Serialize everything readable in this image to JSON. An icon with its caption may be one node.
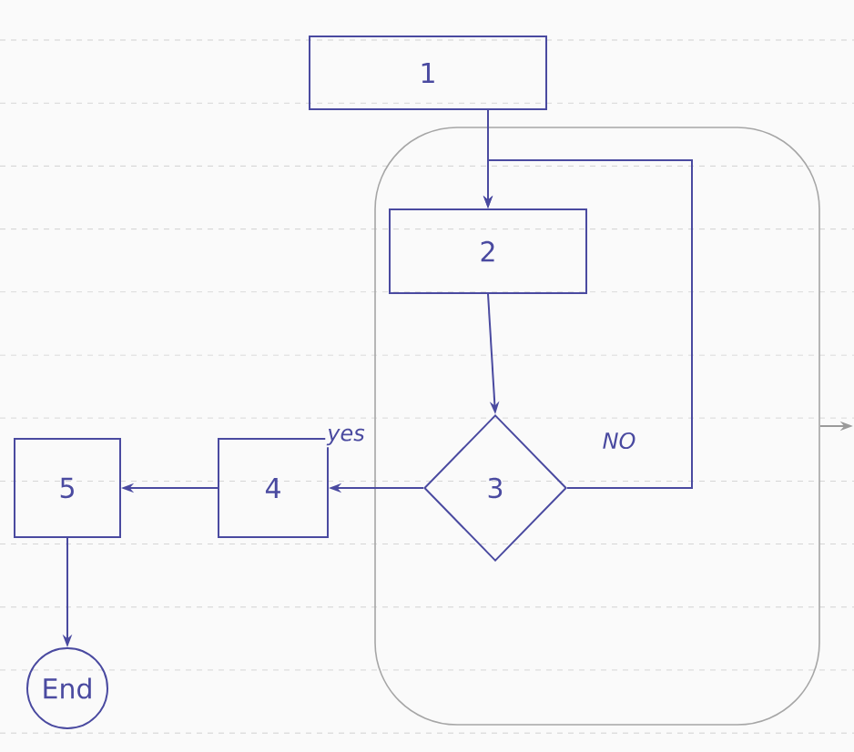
{
  "diagram": {
    "nodes": [
      {
        "text": [
          "1"
        ]
      },
      {
        "text": [],
        "shape": "cloud"
      },
      {
        "text": [
          "2"
        ],
        "in": 1
      },
      {
        "text": [
          "3"
        ],
        "in": 1
      },
      {
        "text": [
          "4"
        ]
      },
      {
        "text": [
          "5"
        ]
      },
      {
        "text": [
          "End"
        ]
      }
    ],
    "edges": [
      {
        "from": 0,
        "to": 2,
        "arrow": "to"
      },
      {
        "from": 2,
        "to": 3,
        "arrow": "to"
      },
      {
        "from": 3,
        "to": 2,
        "arrow": "to",
        "label": "NO"
      },
      {
        "from": 3,
        "to": 4,
        "arrow": "to",
        "label": "yes"
      },
      {
        "from": 4,
        "to": 5,
        "arrow": "to"
      },
      {
        "from": 5,
        "to": 6,
        "arrow": "to"
      },
      {
        "from": 1,
        "to": null,
        "arrow": "to",
        "color": "#9a9a9a"
      }
    ]
  }
}
